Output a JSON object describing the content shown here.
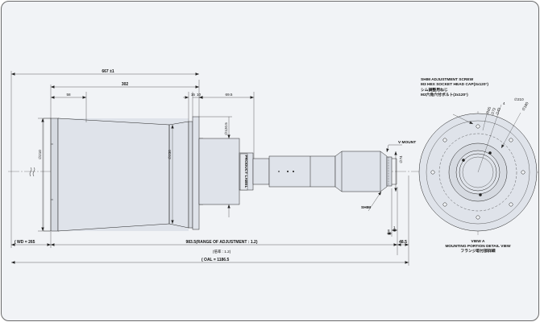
{
  "colors": {
    "background": "#f1f3f6",
    "line": "#222222",
    "body_fill": "#dfe3ea",
    "rear_fill": "#d6dae1"
  },
  "dims": {
    "top_total": "667 ±1",
    "d302": "302",
    "d58": "58",
    "d15": "15",
    "d10": "10",
    "d695": "69.5",
    "dia210": "∅210",
    "dia230": "∅230",
    "dia1205": "∅120.5",
    "dia74": "∅74",
    "wd": "( WD = 265",
    "range_main": "983.5(RANGE OF ADJUSTMENT : 1.2)",
    "range_jp": "(倍率 : 1.2)",
    "d485": "48.5",
    "oal": "( OAL = 1186.5",
    "d8": "8",
    "d1": "1"
  },
  "labels": {
    "product_label": "PRODUCT LABEL",
    "v_mount": "V MOUNT",
    "shim": "SHIM",
    "shim_screw_1": "SHIM ADJUSTMENT SCREW",
    "shim_screw_2": "M3 HEX SOCKET HEAD CAP(3x120°)",
    "shim_screw_jp_1": "シム調整用ねじ",
    "shim_screw_jp_2": "M3六角穴付ボルト(3x120°)",
    "view_a": "VIEW A",
    "mount_detail": "MOUNTING PORTION DETAIL VIEW",
    "mount_detail_jp": "フランジ取付部詳細",
    "r_dia210": "∅210",
    "r_dia4": "4",
    "r_dia180": "∅180",
    "r_dia65": "∅65",
    "r_dia72": "∅72",
    "r_dia43": "∅43"
  }
}
